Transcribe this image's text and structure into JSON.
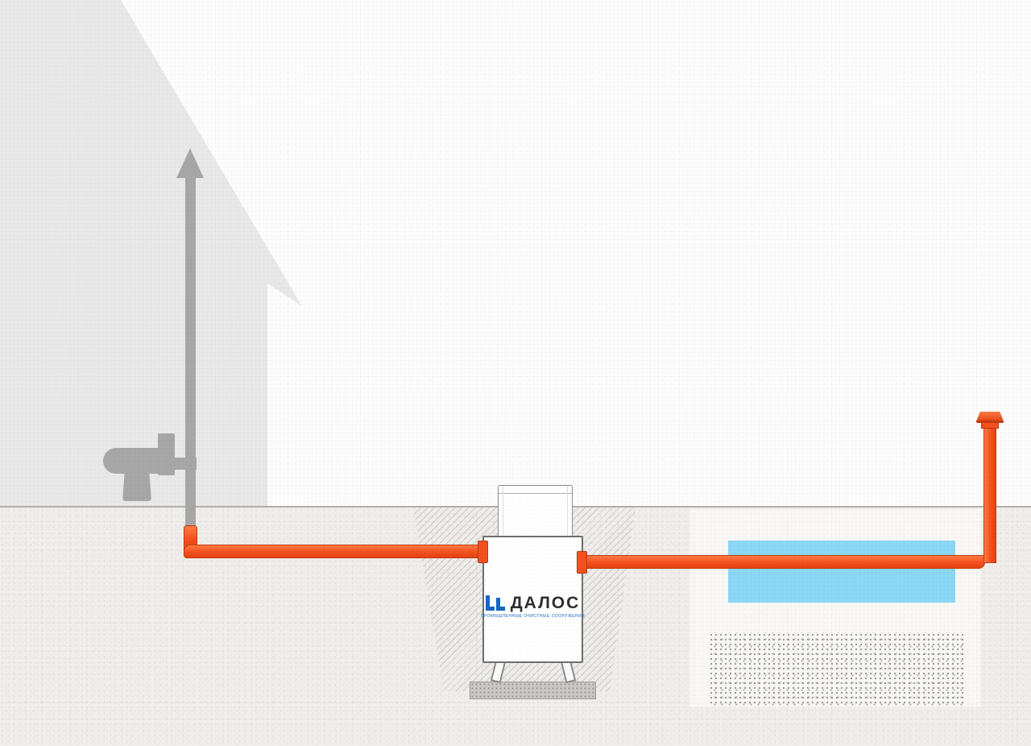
{
  "diagram": {
    "type": "septic-tank-installation-scheme"
  },
  "tank": {
    "brand": "ДАЛОС",
    "subtitle": "ПРОМЫШЛЕННЫЕ ОЧИСТНЫЕ СООРУЖЕНИЯ"
  },
  "icons": {
    "vent_arrow": "triangle-up",
    "vent_cap": "mushroom-cap",
    "toilet": "toilet-silhouette",
    "dalos_logo": "double-L-mark"
  },
  "colors": {
    "pipe_orange": "#f4511e",
    "pipe_orange_dark": "#c33c10",
    "vent_gray": "#a7a7a7",
    "house_gray": "#e8e8e8",
    "ground_tan": "#f0eeeb",
    "water_blue": "#8ad7f6",
    "logo_blue": "#1467c5",
    "slab_gray": "#cbc8c5"
  }
}
